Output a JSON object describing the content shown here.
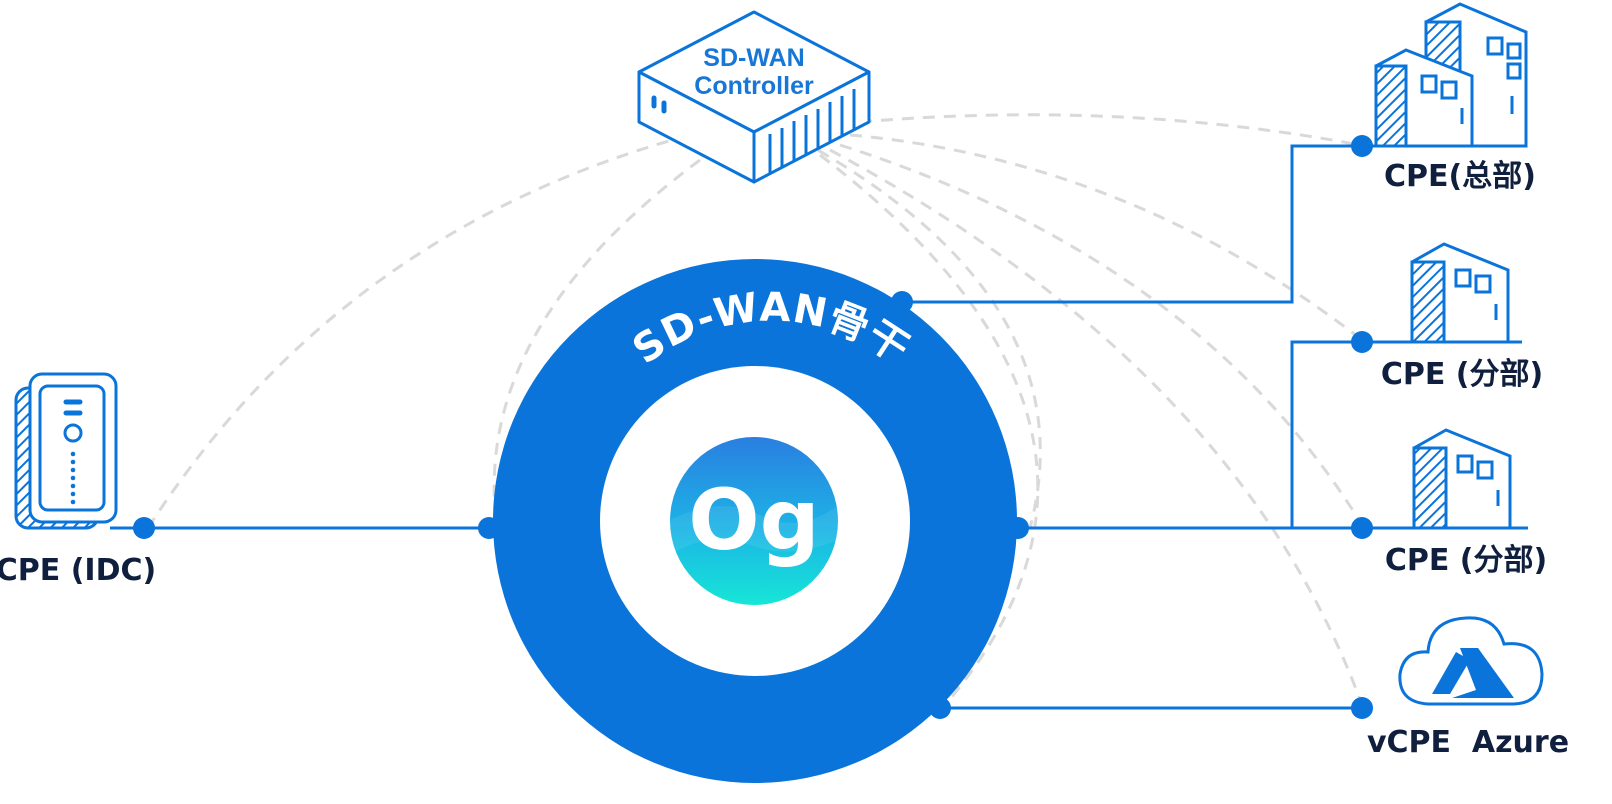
{
  "controller": {
    "line1": "SD-WAN",
    "line2": "Controller"
  },
  "backbone": {
    "label": "SD-WAN骨干",
    "logo_text": "Og"
  },
  "nodes": {
    "idc": {
      "label": "CPE (IDC)",
      "icon": "server-icon"
    },
    "hq": {
      "label": "CPE(总部)",
      "icon": "buildings-icon"
    },
    "branch1": {
      "label": "CPE (分部)",
      "icon": "building-icon"
    },
    "branch2": {
      "label": "CPE (分部)",
      "icon": "building-icon"
    },
    "azure": {
      "label": "vCPE  Azure",
      "icon": "azure-cloud-icon"
    }
  },
  "colors": {
    "primary": "#0a74da",
    "dashed": "#d9d9d9",
    "text": "#0f1f3d",
    "logo_top": "#2a86e0",
    "logo_bottom": "#19e3d8"
  }
}
